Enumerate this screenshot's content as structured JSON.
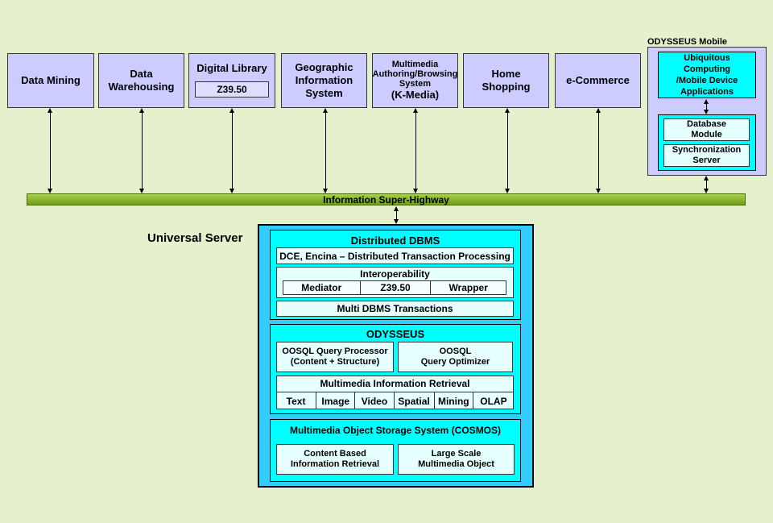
{
  "apps": [
    {
      "key": "data-mining",
      "lines": [
        "Data Mining"
      ]
    },
    {
      "key": "data-warehousing",
      "lines": [
        "Data",
        "Warehousing"
      ]
    },
    {
      "key": "digital-library",
      "lines": [
        "Digital Library"
      ],
      "sub": "Z39.50"
    },
    {
      "key": "gis",
      "lines": [
        "Geographic",
        "Information",
        "System"
      ]
    },
    {
      "key": "multimedia",
      "lines": [
        "Multimedia",
        "Authoring/Browsing",
        "System"
      ],
      "extra": "(K-Media)"
    },
    {
      "key": "home-shopping",
      "lines": [
        "Home",
        "Shopping"
      ]
    },
    {
      "key": "ecommerce",
      "lines": [
        "e-Commerce"
      ]
    }
  ],
  "mobile": {
    "title": "ODYSSEUS Mobile",
    "ubiquitous": [
      "Ubiquitous",
      "Computing",
      "/Mobile Device",
      "Applications"
    ],
    "database_module": [
      "Database",
      "Module"
    ],
    "sync_server": [
      "Synchronization",
      "Server"
    ]
  },
  "highway": "Information Super-Highway",
  "universal_server": "Universal Server",
  "ddbms": {
    "title": "Distributed DBMS",
    "dce": "DCE, Encina – Distributed Transaction Processing",
    "interop_title": "Interoperability",
    "interop_items": [
      "Mediator",
      "Z39.50",
      "Wrapper"
    ],
    "multi": "Multi DBMS Transactions"
  },
  "odysseus": {
    "title": "ODYSSEUS",
    "qp": [
      "OOSQL Query Processor",
      "(Content + Structure)"
    ],
    "qo": [
      "OOSQL",
      "Query Optimizer"
    ],
    "mir_title": "Multimedia Information Retrieval",
    "mir_items": [
      "Text",
      "Image",
      "Video",
      "Spatial",
      "Mining",
      "OLAP"
    ]
  },
  "cosmos": {
    "title": "Multimedia Object Storage System (COSMOS)",
    "cbir": [
      "Content Based",
      "Information Retrieval"
    ],
    "lsmo": [
      "Large Scale",
      "Multimedia Object"
    ]
  }
}
